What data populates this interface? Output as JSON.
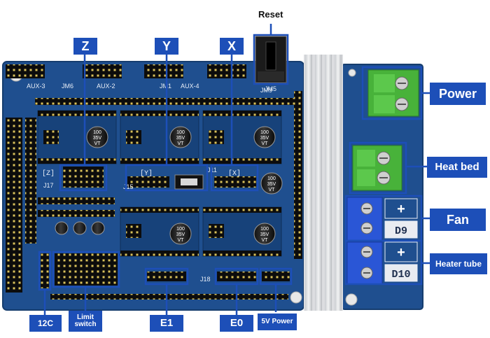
{
  "labels": {
    "reset": "Reset",
    "z": "Z",
    "y": "Y",
    "x": "X",
    "power": "Power",
    "heat_bed": "Heat bed",
    "fan": "Fan",
    "heater_tube": "Heater tube",
    "i2c": "12C",
    "limit_switch": "Limit switch",
    "e1": "E1",
    "e0": "E0",
    "five_v_power": "5V Power"
  },
  "board_text": {
    "aux3": "AUX-3",
    "aux2": "AUX-2",
    "aux4": "AUX-4",
    "jm6": "JM6",
    "jm1": "JM1",
    "jm9": "JM9",
    "jm5": "JM5",
    "cap": [
      "100",
      "35V",
      "VT"
    ],
    "zlabel": "[Z]",
    "ylabel": "[Y]",
    "xlabel": "[X]",
    "j17": "J17",
    "j15": "J15",
    "j11": "J11",
    "d9": "D9",
    "d10": "D10",
    "plus": "+",
    "j18": "J18"
  },
  "colors": {
    "accent": "#1d4fb8",
    "pcb": "#1f4f8f",
    "pcb_dark": "#173c70",
    "terminal_green": "#48b23a",
    "terminal_blue": "#2a56d6"
  }
}
